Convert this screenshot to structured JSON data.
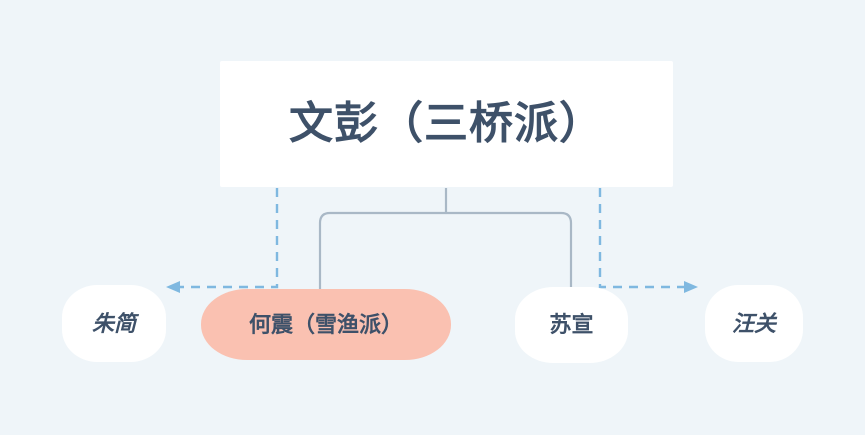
{
  "diagram": {
    "type": "lineage-tree",
    "background_color": "#eff5f9",
    "text_color": "#3e5169",
    "solid_edge_color": "#a9b8c6",
    "dashed_edge_color": "#7fb8e0",
    "highlight_color": "#fac1b1",
    "node_color": "#ffffff",
    "root": {
      "id": "wenpeng",
      "label": "文彭（三桥派）"
    },
    "children": [
      {
        "id": "zhujian",
        "label": "朱简",
        "edge": "dashed",
        "arrow": "left",
        "highlighted": false,
        "italic": true
      },
      {
        "id": "hezhen",
        "label": "何震（雪渔派）",
        "edge": "solid",
        "arrow": "none",
        "highlighted": true,
        "italic": false
      },
      {
        "id": "suxuan",
        "label": "苏宣",
        "edge": "solid",
        "arrow": "none",
        "highlighted": false,
        "italic": false
      },
      {
        "id": "wangguan",
        "label": "汪关",
        "edge": "dashed",
        "arrow": "right",
        "highlighted": false,
        "italic": true
      }
    ]
  }
}
